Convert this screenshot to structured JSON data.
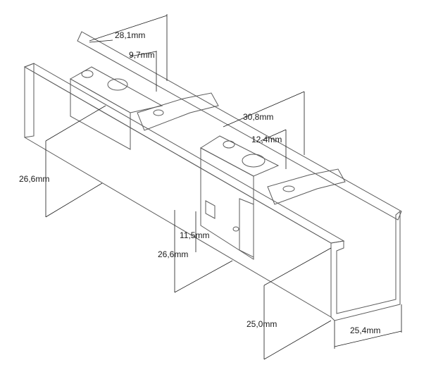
{
  "dimensions": {
    "d1": "28,1mm",
    "d2": "9,7mm",
    "d3": "30,8mm",
    "d4": "12,4mm",
    "d5": "26,6mm",
    "d6": "11,5mm",
    "d7": "26,6mm",
    "d8": "25,0mm",
    "d9": "25,4mm"
  },
  "colors": {
    "channel_face": "#e6e6e6",
    "channel_side": "#d4d4d4",
    "channel_top": "#f4f4f4",
    "bracket_light": "#f7f7f7",
    "bracket_dark": "#c8c8c8",
    "edge": "#5a5a5a"
  }
}
